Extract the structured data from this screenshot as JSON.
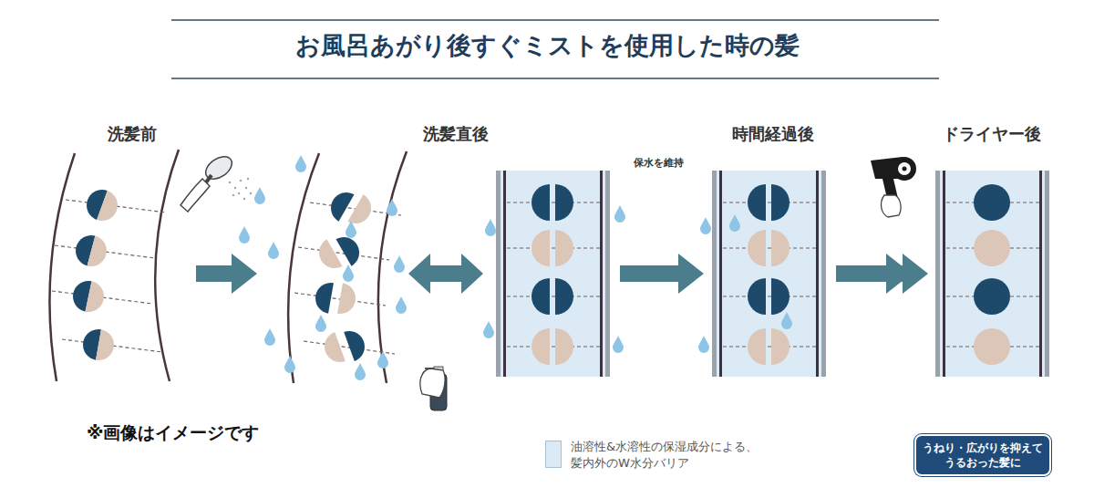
{
  "diagram": {
    "title": "お風呂あがり後すぐミストを使用した時の髪",
    "nodes": [
      {
        "text": [
          "洗髪前"
        ]
      },
      {
        "text": [
          "洗髪直後"
        ]
      },
      {
        "text": [
          "時間経過後"
        ]
      },
      {
        "text": [
          "ドライヤー後"
        ]
      },
      {
        "text": [
          "うねり・広がりを抑えて うるおった髪に"
        ]
      }
    ],
    "edges": [
      {
        "from": 1,
        "to": 2,
        "arrow": "to"
      },
      {
        "from": 2,
        "to": 3,
        "arrow": "to"
      }
    ],
    "labels": [
      "保水を維持",
      "※画像はイメージです"
    ],
    "legend": [
      {
        "text": "油溶性&水溶性の保湿成分による、 髪内外のW水分バリア",
        "color": "#dceaf5"
      }
    ]
  }
}
